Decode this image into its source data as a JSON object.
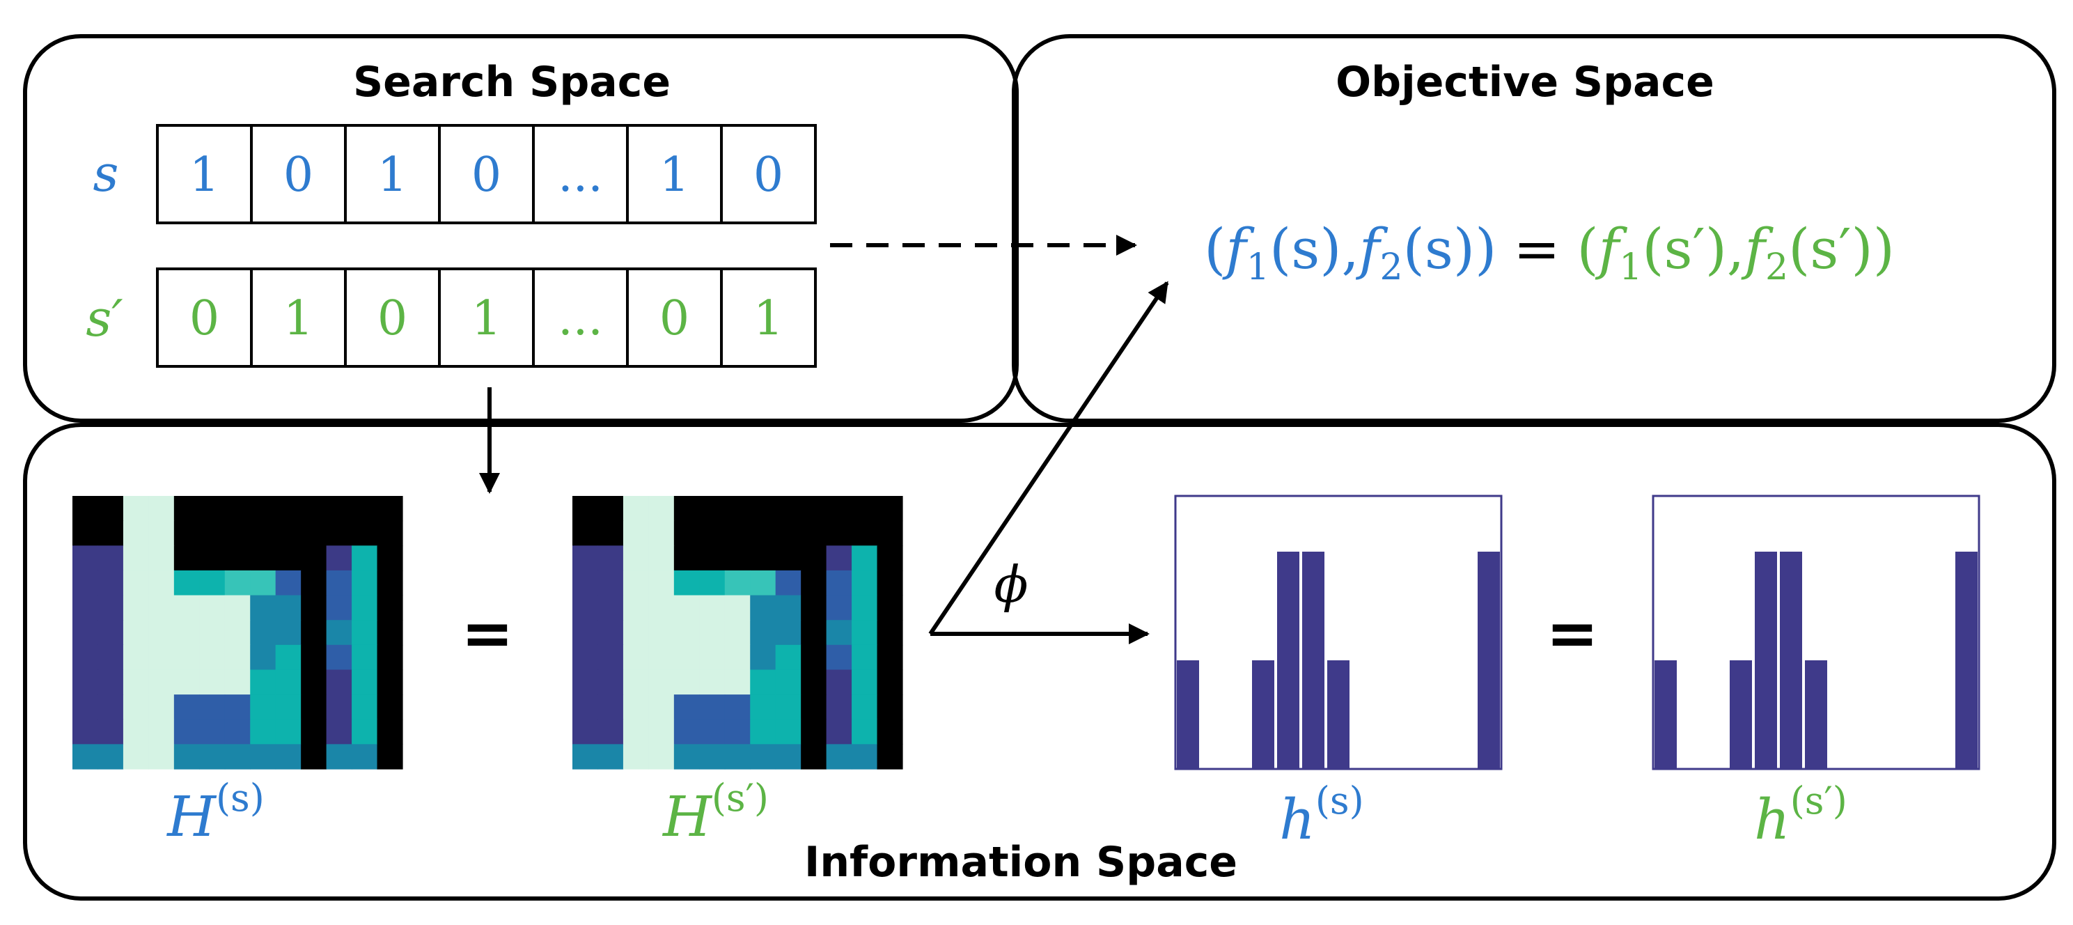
{
  "colors": {
    "s_blue": "#2e7bcf",
    "s_prime_green": "#5cb445",
    "black": "#000000",
    "histogram_bar": "#3f3a8a",
    "heatmap_palette": [
      "#000000",
      "#d5f3e4",
      "#3c3a86",
      "#2f5ea8",
      "#1a86a8",
      "#0db3ad",
      "#37c4b8",
      "#5bd3c4"
    ]
  },
  "search_space": {
    "title": "Search Space",
    "s": {
      "label": "s",
      "bits": [
        "1",
        "0",
        "1",
        "0",
        "...",
        "1",
        "0"
      ]
    },
    "s_prime": {
      "label": "s′",
      "bits": [
        "0",
        "1",
        "0",
        "1",
        "...",
        "0",
        "1"
      ]
    }
  },
  "objective_space": {
    "title": "Objective Space",
    "lhs": {
      "open": "(",
      "f1": "f",
      "f1_sub": "1",
      "arg": "(s)",
      "comma": ",",
      "f2": "f",
      "f2_sub": "2",
      "close_arg": "(s)",
      "close": ")"
    },
    "equals": "=",
    "rhs": {
      "open": "(",
      "f1": "f",
      "f1_sub": "1",
      "arg": "(s′)",
      "comma": ",",
      "f2": "f",
      "f2_sub": "2",
      "close_arg": "(s′)",
      "close": ")"
    }
  },
  "information_space": {
    "title": "Information Space",
    "equals_sign": "=",
    "phi_label": "ϕ",
    "heatmaps": [
      {
        "base": "H",
        "superscript": "(s)"
      },
      {
        "base": "H",
        "superscript": "(s′)"
      }
    ],
    "heatmap_grid": {
      "rows": 11,
      "cols": 13,
      "cells": [
        [
          0,
          0,
          1,
          1,
          0,
          0,
          0,
          0,
          0,
          0,
          0,
          0,
          0
        ],
        [
          0,
          0,
          1,
          1,
          0,
          0,
          0,
          0,
          0,
          0,
          0,
          0,
          0
        ],
        [
          2,
          2,
          1,
          1,
          0,
          0,
          0,
          0,
          0,
          0,
          2,
          5,
          0
        ],
        [
          2,
          2,
          1,
          1,
          5,
          5,
          6,
          6,
          3,
          0,
          3,
          5,
          0
        ],
        [
          2,
          2,
          1,
          1,
          1,
          1,
          1,
          4,
          4,
          0,
          3,
          5,
          0
        ],
        [
          2,
          2,
          1,
          1,
          1,
          1,
          1,
          4,
          4,
          0,
          4,
          5,
          0
        ],
        [
          2,
          2,
          1,
          1,
          1,
          1,
          1,
          4,
          5,
          0,
          3,
          5,
          0
        ],
        [
          2,
          2,
          1,
          1,
          1,
          1,
          1,
          5,
          5,
          0,
          2,
          5,
          0
        ],
        [
          2,
          2,
          1,
          1,
          3,
          3,
          3,
          5,
          5,
          0,
          2,
          5,
          0
        ],
        [
          2,
          2,
          1,
          1,
          3,
          3,
          3,
          5,
          5,
          0,
          2,
          5,
          0
        ],
        [
          4,
          4,
          1,
          1,
          4,
          4,
          4,
          4,
          4,
          0,
          4,
          4,
          0
        ]
      ]
    },
    "histograms": [
      {
        "base": "h",
        "superscript": "(s)",
        "values": [
          0.5,
          0,
          0,
          0.5,
          1,
          1,
          0.5,
          0,
          0,
          0,
          0,
          0,
          1
        ]
      },
      {
        "base": "h",
        "superscript": "(s′)",
        "values": [
          0.5,
          0,
          0,
          0.5,
          1,
          1,
          0.5,
          0,
          0,
          0,
          0,
          0,
          1
        ]
      }
    ]
  }
}
